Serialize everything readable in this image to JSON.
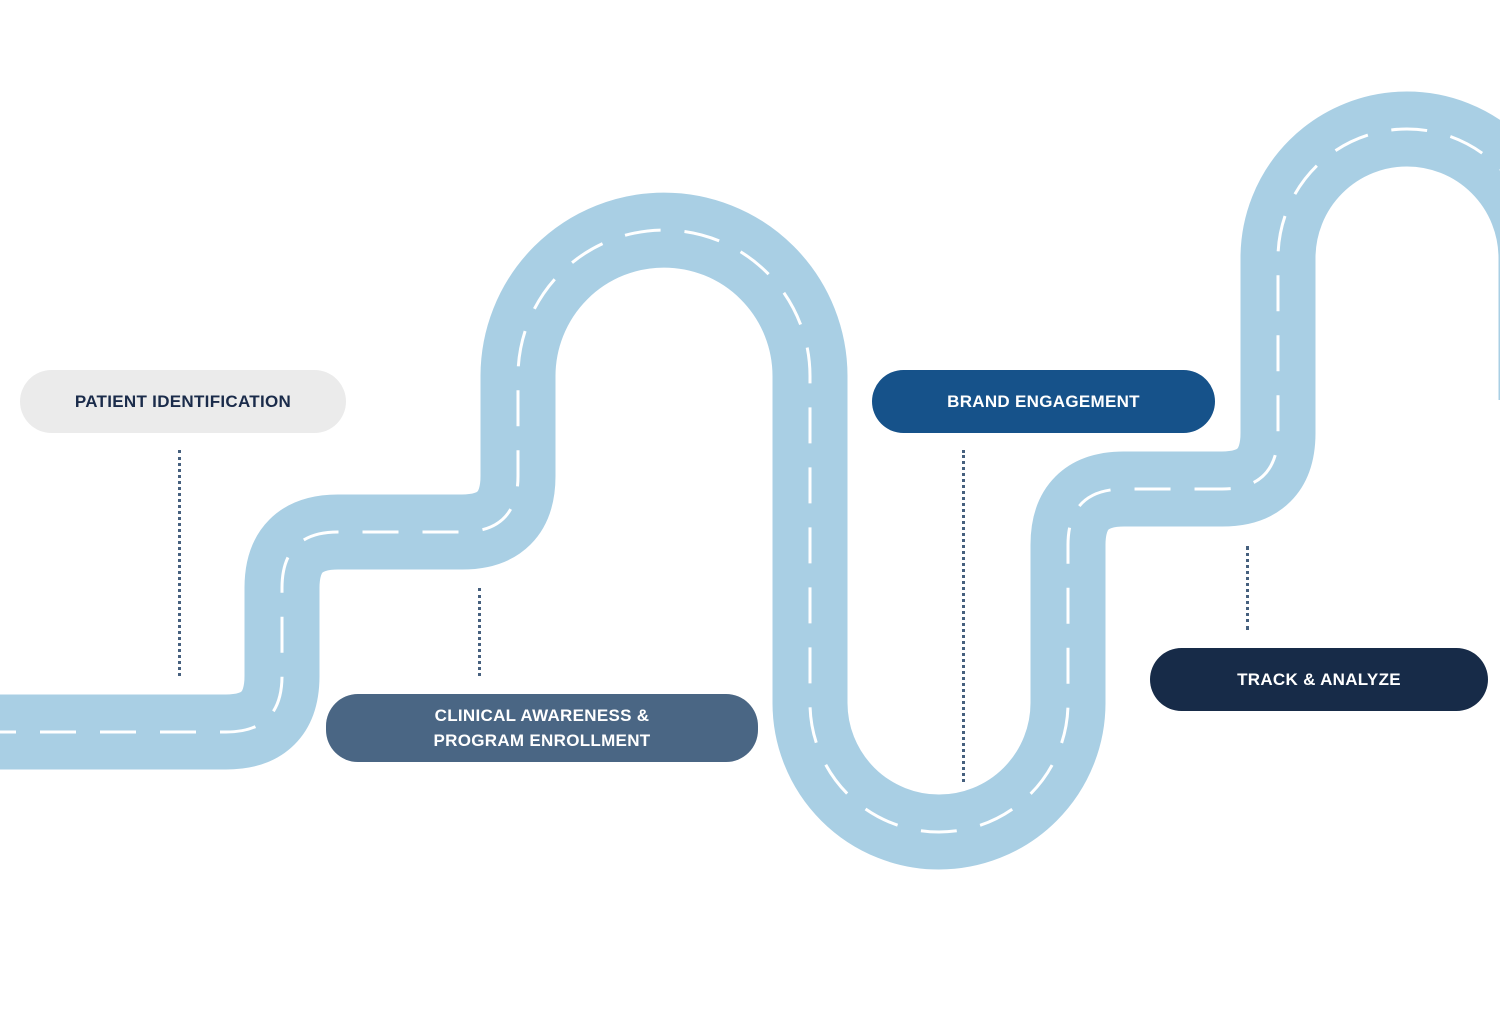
{
  "colors": {
    "road": "#a9cfe4",
    "lane_marking": "#ffffff",
    "connector": "#46607e"
  },
  "milestones": [
    {
      "line1": "PATIENT IDENTIFICATION",
      "line2": "",
      "background": "#ebebeb",
      "text_color": "#1a2b4a"
    },
    {
      "line1": "CLINICAL AWARENESS &",
      "line2": "PROGRAM ENROLLMENT",
      "background": "#4a6684",
      "text_color": "#ffffff"
    },
    {
      "line1": "BRAND ENGAGEMENT",
      "line2": "",
      "background": "#16528a",
      "text_color": "#ffffff"
    },
    {
      "line1": "TRACK & ANALYZE",
      "line2": "",
      "background": "#172b48",
      "text_color": "#ffffff"
    }
  ]
}
